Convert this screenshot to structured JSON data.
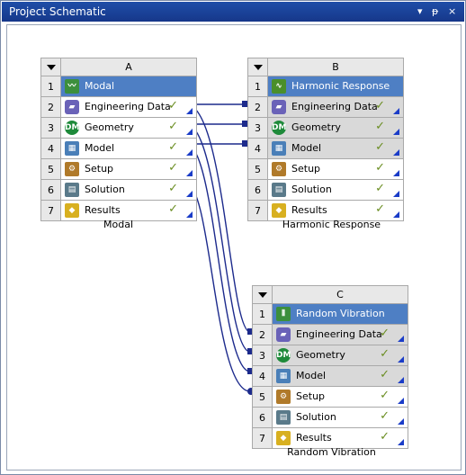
{
  "window": {
    "title": "Project Schematic",
    "ctrl_dropdown": "▾",
    "ctrl_pin": "ᵽ",
    "ctrl_close": "×"
  },
  "systems": [
    {
      "letter": "A",
      "caption": "Modal",
      "rows": [
        {
          "num": "1",
          "label": "Modal",
          "icon": "modal-icon",
          "check": ""
        },
        {
          "num": "2",
          "label": "Engineering Data",
          "icon": "engineering-data-icon",
          "check": "✓"
        },
        {
          "num": "3",
          "label": "Geometry",
          "icon": "geometry-icon",
          "check": "✓"
        },
        {
          "num": "4",
          "label": "Model",
          "icon": "model-icon",
          "check": "✓"
        },
        {
          "num": "5",
          "label": "Setup",
          "icon": "setup-icon",
          "check": "✓"
        },
        {
          "num": "6",
          "label": "Solution",
          "icon": "solution-icon",
          "check": "✓"
        },
        {
          "num": "7",
          "label": "Results",
          "icon": "results-icon",
          "check": "✓"
        }
      ]
    },
    {
      "letter": "B",
      "caption": "Harmonic Response",
      "rows": [
        {
          "num": "1",
          "label": "Harmonic Response",
          "icon": "harmonic-response-icon",
          "check": ""
        },
        {
          "num": "2",
          "label": "Engineering Data",
          "icon": "engineering-data-icon",
          "check": "✓"
        },
        {
          "num": "3",
          "label": "Geometry",
          "icon": "geometry-icon",
          "check": "✓"
        },
        {
          "num": "4",
          "label": "Model",
          "icon": "model-icon",
          "check": "✓"
        },
        {
          "num": "5",
          "label": "Setup",
          "icon": "setup-icon",
          "check": "✓"
        },
        {
          "num": "6",
          "label": "Solution",
          "icon": "solution-icon",
          "check": "✓"
        },
        {
          "num": "7",
          "label": "Results",
          "icon": "results-icon",
          "check": "✓"
        }
      ]
    },
    {
      "letter": "C",
      "caption": "Random Vibration",
      "rows": [
        {
          "num": "1",
          "label": "Random Vibration",
          "icon": "random-vibration-icon",
          "check": ""
        },
        {
          "num": "2",
          "label": "Engineering Data",
          "icon": "engineering-data-icon",
          "check": "✓"
        },
        {
          "num": "3",
          "label": "Geometry",
          "icon": "geometry-icon",
          "check": "✓"
        },
        {
          "num": "4",
          "label": "Model",
          "icon": "model-icon",
          "check": "✓"
        },
        {
          "num": "5",
          "label": "Setup",
          "icon": "setup-icon",
          "check": "✓"
        },
        {
          "num": "6",
          "label": "Solution",
          "icon": "solution-icon",
          "check": "✓"
        },
        {
          "num": "7",
          "label": "Results",
          "icon": "results-icon",
          "check": "✓"
        }
      ]
    }
  ],
  "icon_glyphs": {
    "modal": "",
    "eng": "",
    "geom": "DM",
    "model": "",
    "setup": "",
    "sol": "",
    "res": ""
  },
  "colors": {
    "title_bar": "#1f4ea8",
    "selected_row": "#4e7fc4",
    "link_line": "#1c2a8c",
    "check": "#6b8e23"
  }
}
